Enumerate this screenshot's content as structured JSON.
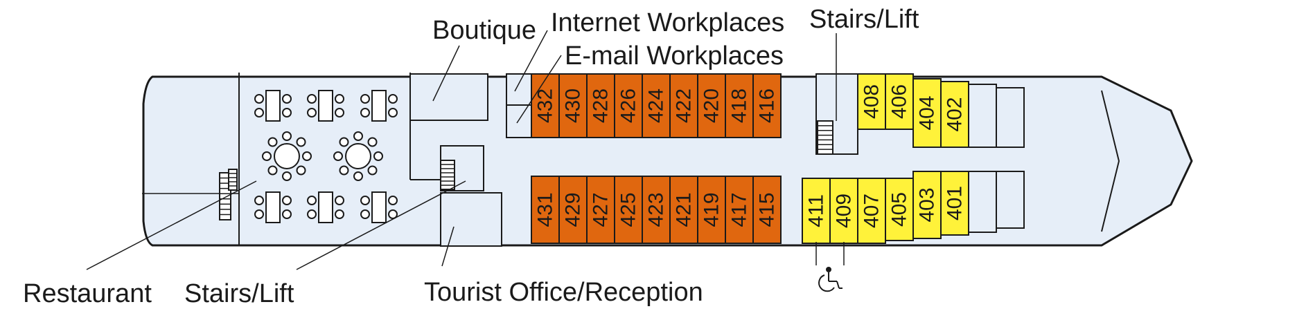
{
  "colors": {
    "hull": "#e6eef8",
    "stroke": "#1a1a1a",
    "cabin_orange": "#e0670f",
    "cabin_yellow": "#fff23a"
  },
  "labels": {
    "boutique": "Boutique",
    "internet": "Internet Workplaces",
    "email": "E-mail Workplaces",
    "stairs_top": "Stairs/Lift",
    "restaurant": "Restaurant",
    "stairs_bottom": "Stairs/Lift",
    "tourist": "Tourist Office/Reception"
  },
  "cabins": {
    "orange_top": [
      "432",
      "430",
      "428",
      "426",
      "424",
      "422",
      "420",
      "418",
      "416"
    ],
    "orange_bottom": [
      "431",
      "429",
      "427",
      "425",
      "423",
      "421",
      "419",
      "417",
      "415"
    ],
    "yellow_top": [
      "408",
      "406",
      "404",
      "402"
    ],
    "yellow_bottom": [
      "411",
      "409",
      "407",
      "405",
      "403",
      "401"
    ]
  },
  "icons": {
    "wheelchair": "wheelchair-icon",
    "stairs": "stairs-icon",
    "table": "table-icon"
  }
}
